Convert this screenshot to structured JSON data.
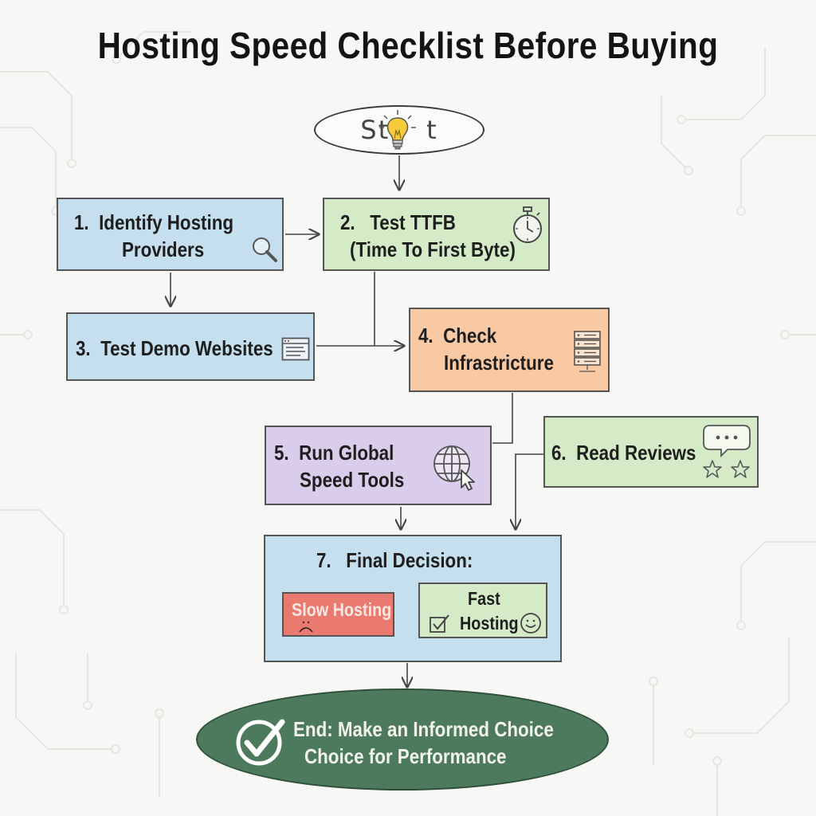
{
  "title": "Hosting Speed Checklist Before Buying",
  "start": {
    "label_left": "St",
    "label_right": "t",
    "icon": "lightbulb-icon"
  },
  "steps": [
    {
      "id": 1,
      "line1": "1.  Identify Hosting",
      "line2": "Providers",
      "icon": "magnifier-icon",
      "color": "#c5dfee"
    },
    {
      "id": 2,
      "line1": "2.   Test TTFB",
      "line2": "(Time To First Byte)",
      "icon": "stopwatch-icon",
      "color": "#d5ebc7"
    },
    {
      "id": 3,
      "line1": "3.  Test Demo Websites",
      "icon": "browser-window-icon",
      "color": "#c5dfee"
    },
    {
      "id": 4,
      "line1": "4.  Check",
      "line2": "Infrastricture",
      "icon": "server-rack-icon",
      "color": "#f8c9a3"
    },
    {
      "id": 5,
      "line1": "5.  Run Global",
      "line2": "Speed Tools",
      "icon": "globe-cursor-icon",
      "color": "#d9cdeb"
    },
    {
      "id": 6,
      "line1": "6.  Read Reviews",
      "icon": "chat-stars-icon",
      "color": "#d5ebc7"
    },
    {
      "id": 7,
      "line1": "7.   Final Decision:",
      "color": "#c5dfee"
    }
  ],
  "decision": {
    "slow": {
      "label": "Slow Hosting",
      "icon": "sad-face-icon",
      "color": "#ea7a70"
    },
    "fast": {
      "line1": "Fast",
      "line2": "Hosting",
      "icons": [
        "checkbox-icon",
        "smiley-icon"
      ],
      "color": "#d5ebc7"
    }
  },
  "end": {
    "line1": "End: Make an Informed Choice",
    "line2": "Choice for Performance",
    "icon": "check-circle-icon",
    "color": "#4d7a5c"
  }
}
